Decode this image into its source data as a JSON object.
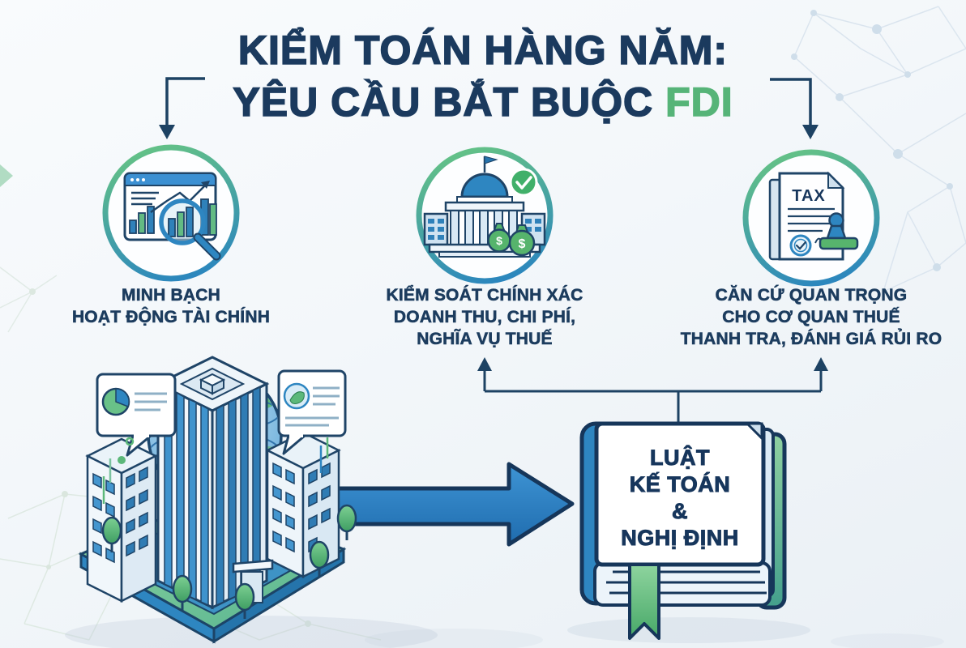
{
  "title": {
    "line1": "KIỂM TOÁN HÀNG NĂM:",
    "line2_main": "YÊU CẦU BẮT BUỘC ",
    "line2_accent": "FDI"
  },
  "pillars": [
    {
      "icon": "chart-magnifier-icon",
      "label_lines": [
        "MINH BẠCH",
        "HOẠT ĐỘNG TÀI CHÍNH"
      ]
    },
    {
      "icon": "government-building-check-icon",
      "label_lines": [
        "KIỂM SOÁT CHÍNH XÁC",
        "DOANH THU, CHI PHÍ,",
        "NGHĨA VỤ THUẾ"
      ]
    },
    {
      "icon": "tax-document-stamp-icon",
      "label_lines": [
        "CĂN CỨ QUAN TRỌNG",
        "CHO CƠ QUAN THUẾ",
        "THANH TRA, ĐÁNH GIÁ RỦI RO"
      ]
    }
  ],
  "book": {
    "lines": [
      "LUẬT",
      "KẾ TOÁN",
      "&",
      "NGHỊ ĐỊNH"
    ]
  },
  "icon_texts": {
    "tax_label": "TAX",
    "money_symbol": "$"
  },
  "icons": {
    "left": "chart-magnifier-icon",
    "center": "government-building-check-icon",
    "right": "tax-document-stamp-icon",
    "bottom_left": "fdi-company-buildings-globe-illustration",
    "bottom_right": "law-book-illustration"
  },
  "colors": {
    "navy_text": "#1b3a5e",
    "icon_outline": "#1f4467",
    "green_accent": "#56b478",
    "blue_accent": "#2e86c1",
    "ring_green": "#5fbb82",
    "ring_blue": "#2b86be",
    "background": "#f3f7fa"
  }
}
